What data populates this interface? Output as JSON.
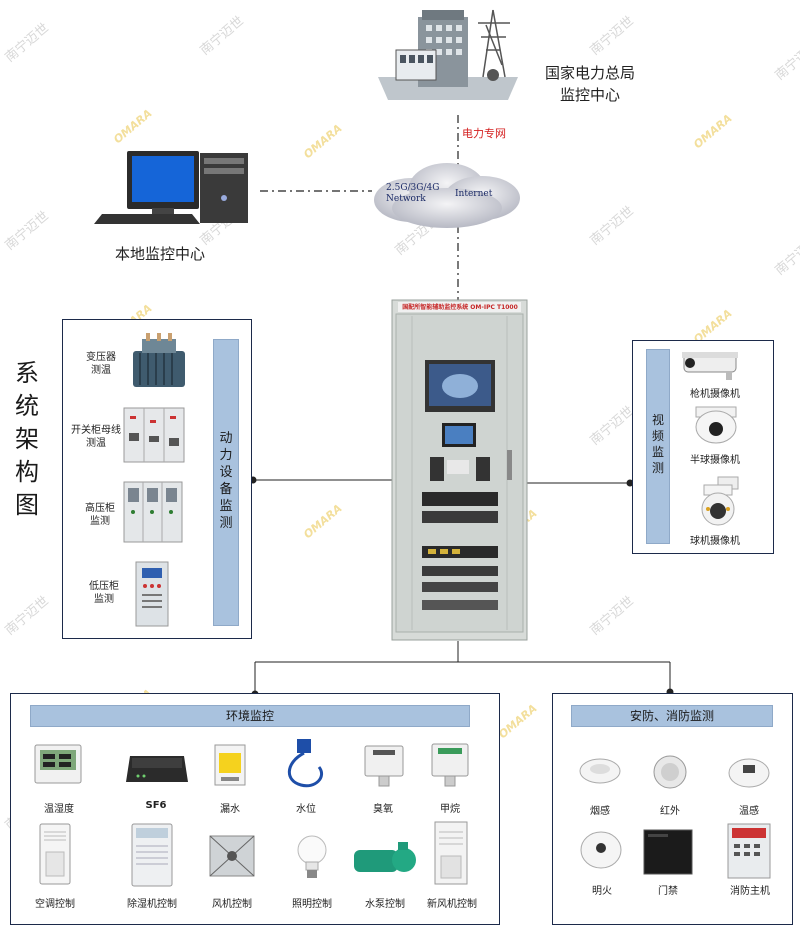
{
  "title_vertical": [
    "系",
    "统",
    "架",
    "构",
    "图"
  ],
  "top": {
    "national_center": [
      "国家电力总局",
      "监控中心"
    ],
    "private_network": "电力专网",
    "cloud_network": [
      "2.5G/3G/4G",
      "Network"
    ],
    "cloud_internet": "Internet",
    "local_center": "本地监控中心"
  },
  "cabinet": {
    "header": "国配所智能辅助监控系统  OM-IPC T1000"
  },
  "power_panel": {
    "title_chars": [
      "动",
      "力",
      "设",
      "备",
      "监",
      "测"
    ],
    "items": [
      [
        "变压器",
        "测温"
      ],
      [
        "开关柜母线",
        "测温"
      ],
      [
        "高压柜",
        "监测"
      ],
      [
        "低压柜",
        "监测"
      ]
    ]
  },
  "video_panel": {
    "title_chars": [
      "视",
      "频",
      "监",
      "测"
    ],
    "items": [
      "枪机摄像机",
      "半球摄像机",
      "球机摄像机"
    ]
  },
  "env_panel": {
    "title": "环境监控",
    "row1": [
      "温湿度",
      "SF6",
      "漏水",
      "水位",
      "臭氧",
      "甲烷"
    ],
    "row2": [
      "空调控制",
      "除湿机控制",
      "风机控制",
      "照明控制",
      "水泵控制",
      "新风机控制"
    ]
  },
  "security_panel": {
    "title": "安防、消防监测",
    "row1": [
      "烟感",
      "红外",
      "温感"
    ],
    "row2": [
      "明火",
      "门禁",
      "消防主机"
    ]
  },
  "watermarks": {
    "cn": "南宁迈世",
    "en": "OMARA"
  },
  "colors": {
    "panel_border": "#1c2a4a",
    "bar_fill": "#a9c2de",
    "red_text": "#d42020",
    "cabinet": "#d7dbd8"
  }
}
